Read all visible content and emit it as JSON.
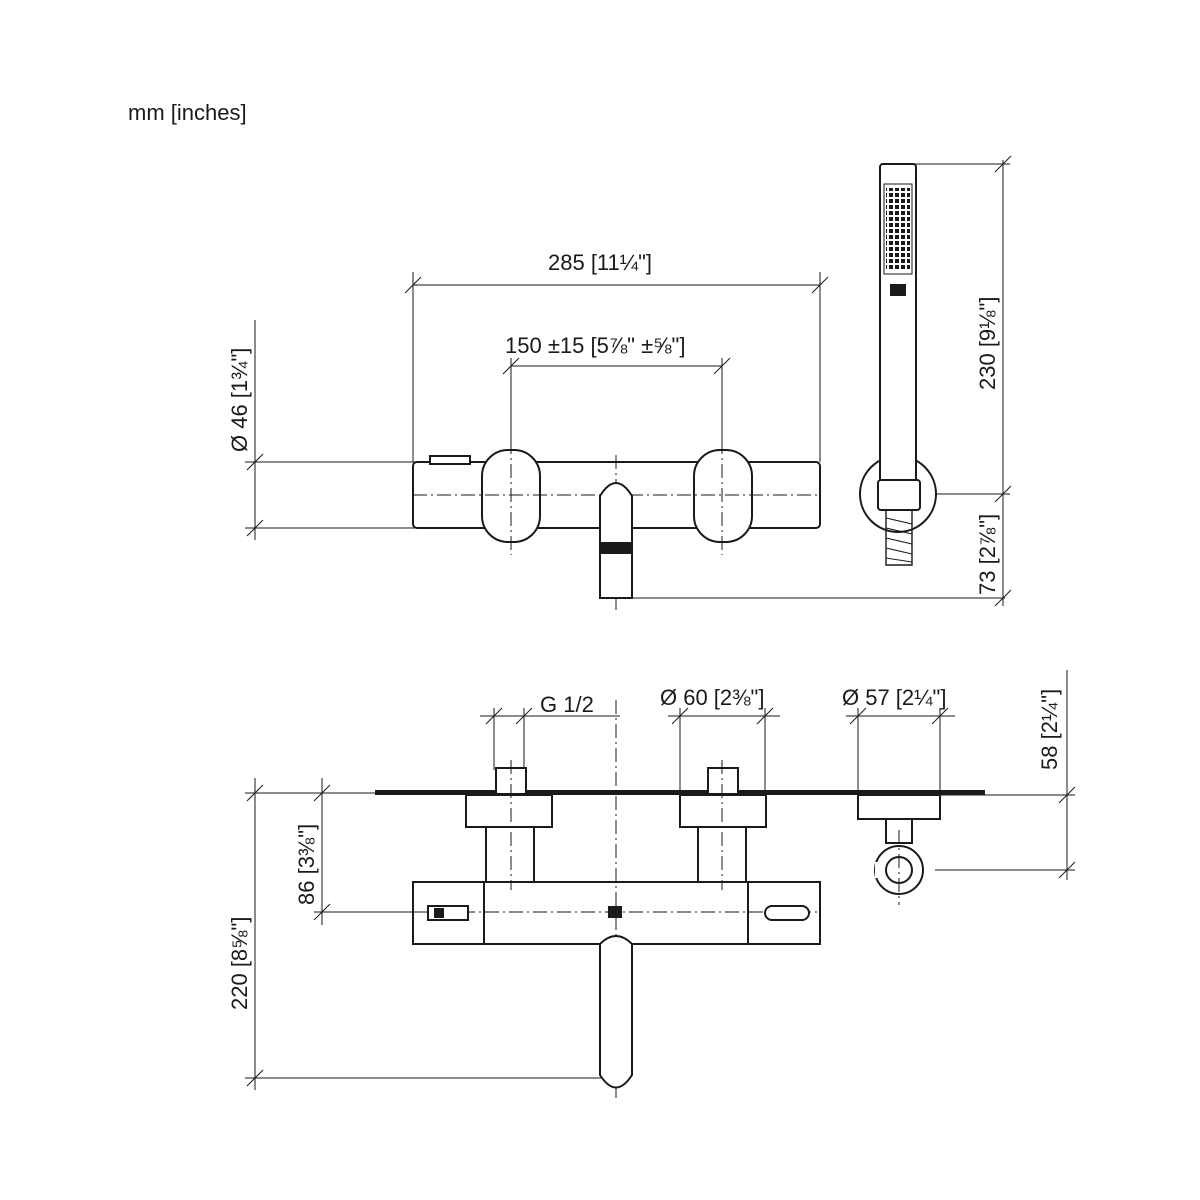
{
  "units_label": "mm [inches]",
  "dimensions": {
    "overall_width": "285 [11¼\"]",
    "center_spacing": "150 ±15 [5⅞\" ±⅝\"]",
    "body_diameter": "Ø 46 [1¾\"]",
    "handshower_length": "230 [9⅛\"]",
    "spout_projection": "73 [2⅞\"]",
    "thread": "G 1/2",
    "flange_diameter": "Ø 60 [2⅜\"]",
    "holder_diameter": "Ø 57 [2¼\"]",
    "holder_depth": "58 [2¼\"]",
    "body_depth": "86 [3⅜\"]",
    "total_depth": "220 [8⅝\"]"
  }
}
